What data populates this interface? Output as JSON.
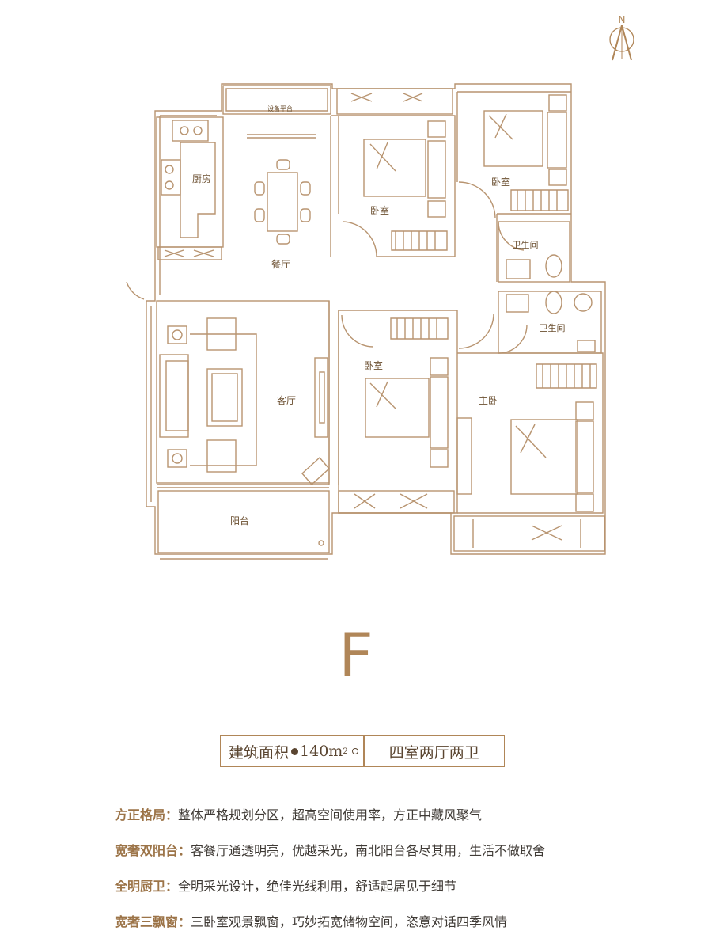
{
  "compass": {
    "north_label": "N"
  },
  "rooms": {
    "equipment_platform": "设备平台",
    "kitchen": "厨房",
    "dining": "餐厅",
    "bedroom_1": "卧室",
    "bedroom_2": "卧室",
    "bedroom_3": "卧室",
    "bathroom_1": "卫生间",
    "bathroom_2": "卫生间",
    "living": "客厅",
    "master_bedroom": "主卧",
    "balcony": "阳台"
  },
  "unit_type": "F",
  "spec": {
    "area_label": "建筑面积",
    "area_value": "140m",
    "area_unit_sup": "2",
    "layout": "四室两厅两卫"
  },
  "features": [
    {
      "title": "方正格局：",
      "text": "整体严格规划分区，超高空间使用率，方正中藏风聚气"
    },
    {
      "title": "宽奢双阳台：",
      "text": "客餐厅通透明亮，优越采光，南北阳台各尽其用，生活不做取舍"
    },
    {
      "title": "全明厨卫：",
      "text": "全明采光设计，绝佳光线利用，舒适起居见于细节"
    },
    {
      "title": "宽奢三飘窗：",
      "text": "三卧室观景飘窗，巧妙拓宽储物空间，恣意对话四季风情"
    }
  ],
  "colors": {
    "wall": "#b08658",
    "label": "#6b4f30",
    "accent": "#9c7448"
  }
}
